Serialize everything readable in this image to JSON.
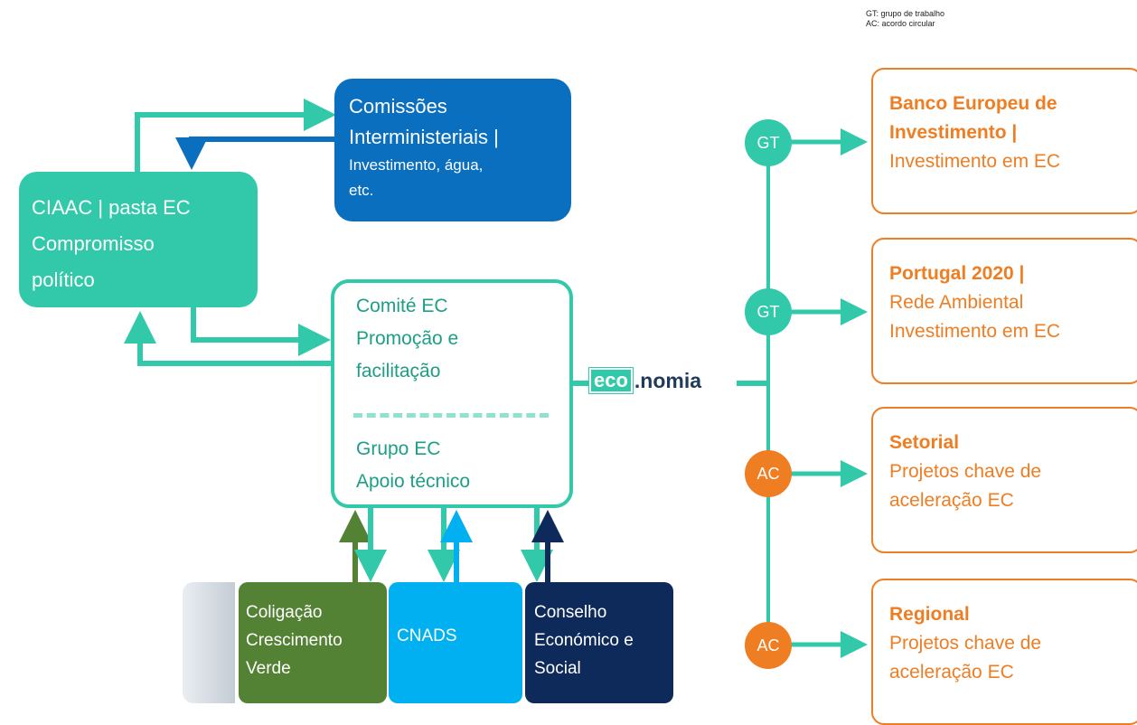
{
  "legend": {
    "line1": "GT: grupo de trabalho",
    "line2": "AC: acordo circular"
  },
  "comissoes": {
    "title1": "Comissões",
    "title2": "Interministeriais |",
    "sub1": "Investimento, água,",
    "sub2": "etc."
  },
  "ciaac": {
    "line1": "CIAAC | pasta EC",
    "line2": "Compromisso",
    "line3": "político"
  },
  "comite": {
    "title": "Comité EC",
    "sub1": "Promoção e",
    "sub2": "facilitação",
    "grupo_title": "Grupo EC",
    "grupo_sub": "Apoio técnico"
  },
  "economia": {
    "eco": "eco",
    "rest": ".nomia"
  },
  "nodes": [
    {
      "label": "GT",
      "type": "teal"
    },
    {
      "label": "GT",
      "type": "teal"
    },
    {
      "label": "AC",
      "type": "orange"
    },
    {
      "label": "AC",
      "type": "orange"
    }
  ],
  "right_boxes": [
    {
      "title": "Banco Europeu de",
      "title2": "Investimento |",
      "sub1": "Investimento em EC",
      "sub2": ""
    },
    {
      "title": "Portugal 2020 |",
      "title2": "",
      "sub1": "Rede Ambiental",
      "sub2": "Investimento em EC"
    },
    {
      "title": "Setorial",
      "title2": "",
      "sub1": "Projetos chave de",
      "sub2": "aceleração EC"
    },
    {
      "title": "Regional",
      "title2": "",
      "sub1": "Projetos chave de",
      "sub2": "aceleração EC"
    }
  ],
  "bottom_boxes": {
    "green": {
      "line1": "Coligação",
      "line2": "Crescimento",
      "line3": "Verde"
    },
    "cnads": {
      "line1": "CNADS"
    },
    "navy": {
      "line1": "Conselho",
      "line2": "Económico e",
      "line3": "Social"
    }
  },
  "colors": {
    "teal": "#31c9a9",
    "blue": "#0b6fbf",
    "orange": "#ef7d22",
    "green": "#548235",
    "light_blue": "#00b0f0",
    "navy": "#0e2a5a"
  }
}
